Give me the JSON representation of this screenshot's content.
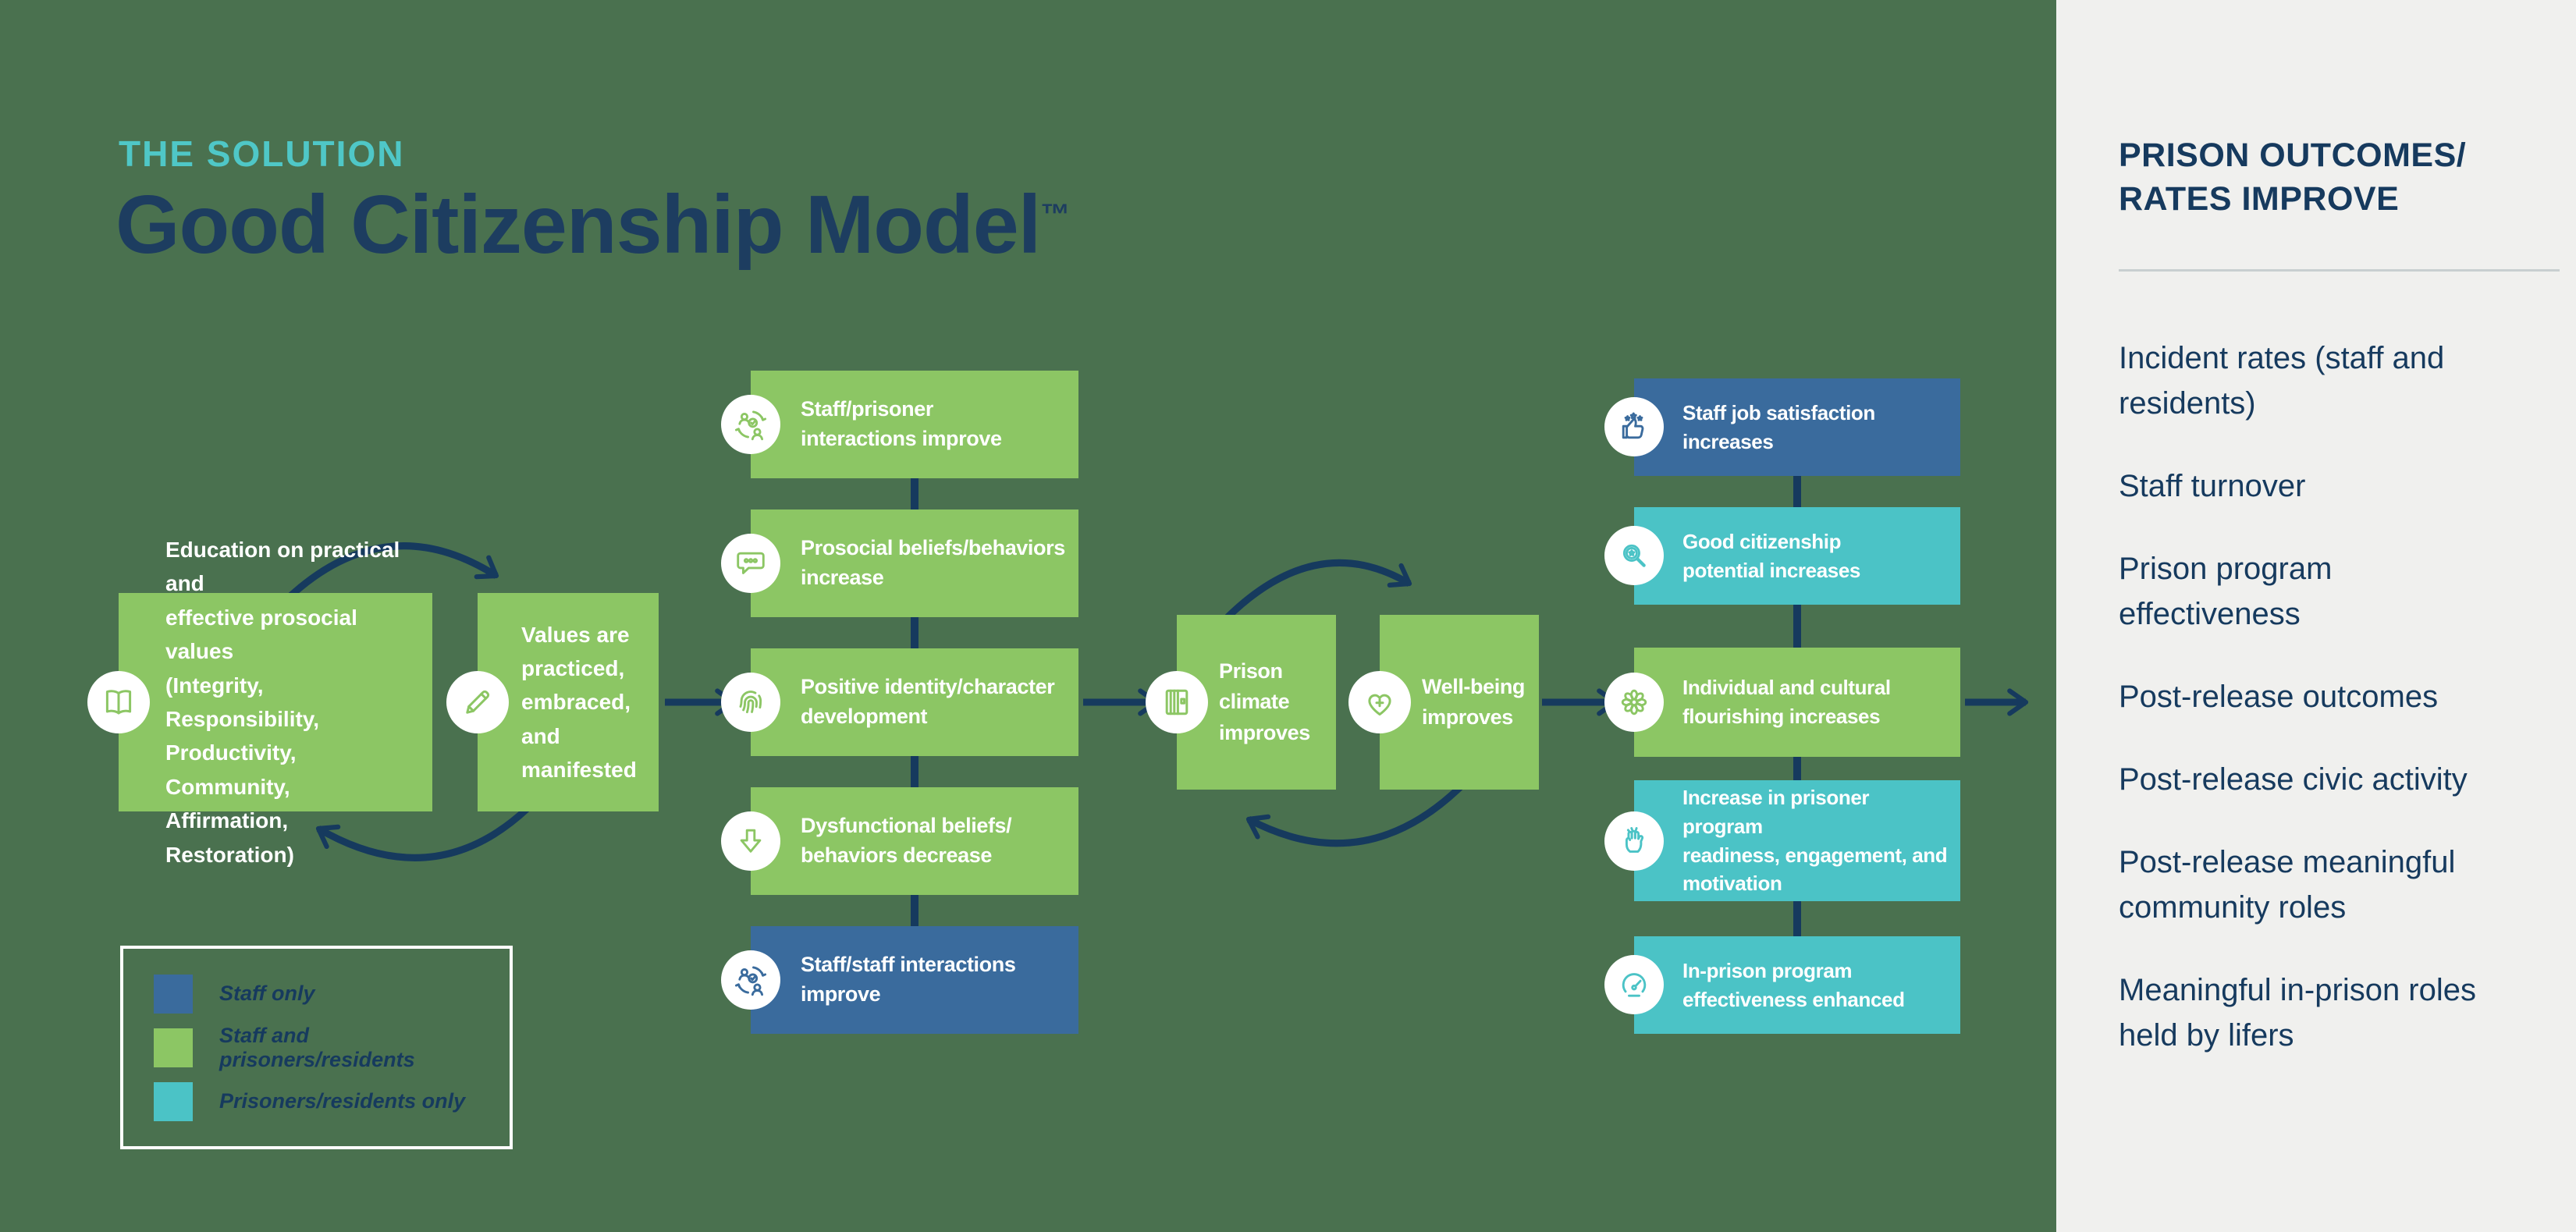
{
  "title": {
    "eyebrow": "THE SOLUTION",
    "main": "Good Citizenship Model",
    "trademark": "™"
  },
  "colors": {
    "background_green": "#4A714F",
    "box_green": "#8CC664",
    "box_blue": "#3A6B9D",
    "box_teal": "#4BC3C6",
    "navy_text_arrows": "#163A5E",
    "teal_accent_heading": "#4FC7C7",
    "sidebar_background": "#F0F0EE",
    "divider_gray": "#C8CFD0",
    "white": "#FFFFFF"
  },
  "flow": {
    "inputs": [
      {
        "label": "Education on practical and\neffective prosocial values\n(Integrity, Responsibility,\nProductivity, Community,\nAffirmation, Restoration)",
        "icon": "open-book",
        "audience": "Staff and prisoners/residents"
      },
      {
        "label": "Values are\npracticed,\nembraced,\nand\nmanifested",
        "icon": "pencil",
        "audience": "Staff and prisoners/residents"
      }
    ],
    "mediators": [
      {
        "label": "Staff/prisoner\ninteractions improve",
        "icon": "people-interaction",
        "audience": "Staff and prisoners/residents"
      },
      {
        "label": "Prosocial beliefs/behaviors\nincrease",
        "icon": "speech-bubble",
        "audience": "Staff and prisoners/residents"
      },
      {
        "label": "Positive identity/character\ndevelopment",
        "icon": "fingerprint",
        "audience": "Staff and prisoners/residents"
      },
      {
        "label": "Dysfunctional beliefs/\nbehaviors decrease",
        "icon": "down-arrow",
        "audience": "Staff and prisoners/residents"
      },
      {
        "label": "Staff/staff interactions\nimprove",
        "icon": "people-interaction",
        "audience": "Staff only"
      }
    ],
    "climate": [
      {
        "label": "Prison\nclimate\nimproves",
        "icon": "prison-bars",
        "audience": "Staff and prisoners/residents"
      },
      {
        "label": "Well-being\nimproves",
        "icon": "heart-cross",
        "audience": "Staff and prisoners/residents"
      }
    ],
    "outcomes": [
      {
        "label": "Staff job satisfaction\nincreases",
        "icon": "thumbs-up-stars",
        "audience": "Staff only"
      },
      {
        "label": "Good citizenship\npotential increases",
        "icon": "magnifier-star",
        "audience": "Prisoners/residents only"
      },
      {
        "label": "Individual and cultural\nflourishing increases",
        "icon": "flower",
        "audience": "Staff and prisoners/residents"
      },
      {
        "label": "Increase in prisoner program\nreadiness, engagement, and\nmotivation",
        "icon": "raised-fist",
        "audience": "Prisoners/residents only"
      },
      {
        "label": "In-prison program\neffectiveness enhanced",
        "icon": "gauge",
        "audience": "Prisoners/residents only"
      }
    ]
  },
  "legend": {
    "items": [
      {
        "label": "Staff only",
        "color": "#3A6B9D"
      },
      {
        "label": "Staff and prisoners/residents",
        "color": "#8CC664"
      },
      {
        "label": "Prisoners/residents only",
        "color": "#4BC3C6"
      }
    ]
  },
  "sidebar": {
    "title": "PRISON OUTCOMES/\nRATES IMPROVE",
    "items": [
      "Incident rates (staff and\nresidents)",
      "Staff turnover",
      "Prison program\neffectiveness",
      "Post-release outcomes",
      "Post-release civic activity",
      "Post-release meaningful\ncommunity roles",
      "Meaningful in-prison roles\nheld by lifers"
    ]
  }
}
